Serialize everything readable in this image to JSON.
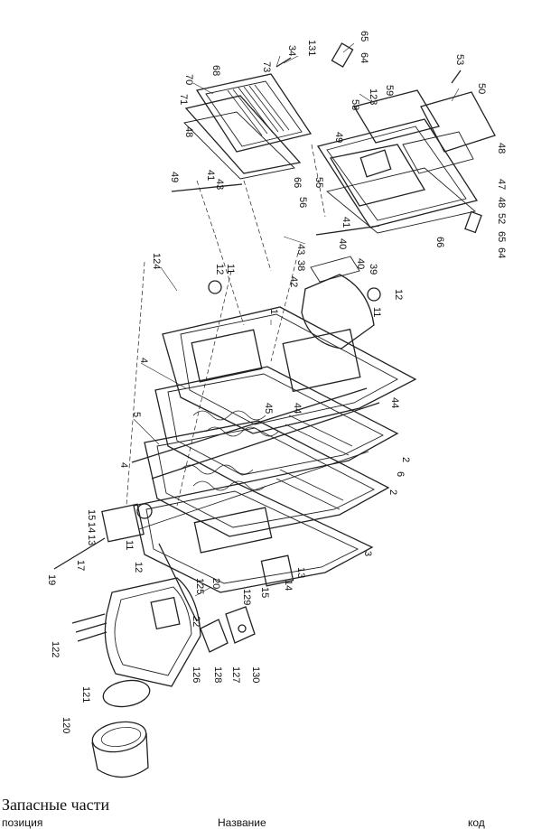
{
  "document": {
    "heading": "Запасные части",
    "columns": [
      "позиция",
      "Название",
      "код"
    ]
  },
  "diagram": {
    "callouts": [
      {
        "id": "c65a",
        "text": "65"
      },
      {
        "id": "c131",
        "text": "131"
      },
      {
        "id": "c34",
        "text": "34"
      },
      {
        "id": "c73",
        "text": "73"
      },
      {
        "id": "c64a",
        "text": "64"
      },
      {
        "id": "c68",
        "text": "68"
      },
      {
        "id": "c53",
        "text": "53"
      },
      {
        "id": "c70",
        "text": "70"
      },
      {
        "id": "c123",
        "text": "123"
      },
      {
        "id": "c58",
        "text": "58"
      },
      {
        "id": "c59",
        "text": "59"
      },
      {
        "id": "c50",
        "text": "50"
      },
      {
        "id": "c71",
        "text": "71"
      },
      {
        "id": "c48a",
        "text": "48"
      },
      {
        "id": "c49a",
        "text": "49"
      },
      {
        "id": "c48b",
        "text": "48"
      },
      {
        "id": "c49b",
        "text": "49"
      },
      {
        "id": "c41a",
        "text": "41"
      },
      {
        "id": "c43a",
        "text": "43"
      },
      {
        "id": "c66a",
        "text": "66"
      },
      {
        "id": "c55",
        "text": "55"
      },
      {
        "id": "c56",
        "text": "56"
      },
      {
        "id": "c47",
        "text": "47"
      },
      {
        "id": "c48c",
        "text": "48"
      },
      {
        "id": "c52",
        "text": "52"
      },
      {
        "id": "c65b",
        "text": "65"
      },
      {
        "id": "c64b",
        "text": "64"
      },
      {
        "id": "c66b",
        "text": "66"
      },
      {
        "id": "c41b",
        "text": "41"
      },
      {
        "id": "c40a",
        "text": "40"
      },
      {
        "id": "c43b",
        "text": "43"
      },
      {
        "id": "c124",
        "text": "124"
      },
      {
        "id": "c12a",
        "text": "12"
      },
      {
        "id": "c11a",
        "text": "11"
      },
      {
        "id": "c38",
        "text": "38"
      },
      {
        "id": "c40b",
        "text": "40"
      },
      {
        "id": "c39",
        "text": "39"
      },
      {
        "id": "c42",
        "text": "42"
      },
      {
        "id": "c12b",
        "text": "12"
      },
      {
        "id": "c11b",
        "text": "11"
      },
      {
        "id": "c1",
        "text": "1"
      },
      {
        "id": "c4a",
        "text": "4"
      },
      {
        "id": "c45",
        "text": "45"
      },
      {
        "id": "c44a",
        "text": "44"
      },
      {
        "id": "c44b",
        "text": "44"
      },
      {
        "id": "c5",
        "text": "5"
      },
      {
        "id": "c2a",
        "text": "2"
      },
      {
        "id": "c6",
        "text": "6"
      },
      {
        "id": "c4b",
        "text": "4"
      },
      {
        "id": "c2b",
        "text": "2"
      },
      {
        "id": "c15a",
        "text": "15"
      },
      {
        "id": "c14a",
        "text": "14"
      },
      {
        "id": "c13a",
        "text": "13"
      },
      {
        "id": "c11c",
        "text": "11"
      },
      {
        "id": "c12c",
        "text": "12"
      },
      {
        "id": "c3",
        "text": "3"
      },
      {
        "id": "c19",
        "text": "19"
      },
      {
        "id": "c17",
        "text": "17"
      },
      {
        "id": "c15b",
        "text": "15"
      },
      {
        "id": "c14b",
        "text": "14"
      },
      {
        "id": "c13b",
        "text": "13"
      },
      {
        "id": "c20",
        "text": "20"
      },
      {
        "id": "c125",
        "text": "125"
      },
      {
        "id": "c129",
        "text": "129"
      },
      {
        "id": "c122",
        "text": "122"
      },
      {
        "id": "c22",
        "text": "22"
      },
      {
        "id": "c126",
        "text": "126"
      },
      {
        "id": "c128",
        "text": "128"
      },
      {
        "id": "c127",
        "text": "127"
      },
      {
        "id": "c130",
        "text": "130"
      },
      {
        "id": "c121",
        "text": "121"
      },
      {
        "id": "c120",
        "text": "120"
      }
    ]
  }
}
